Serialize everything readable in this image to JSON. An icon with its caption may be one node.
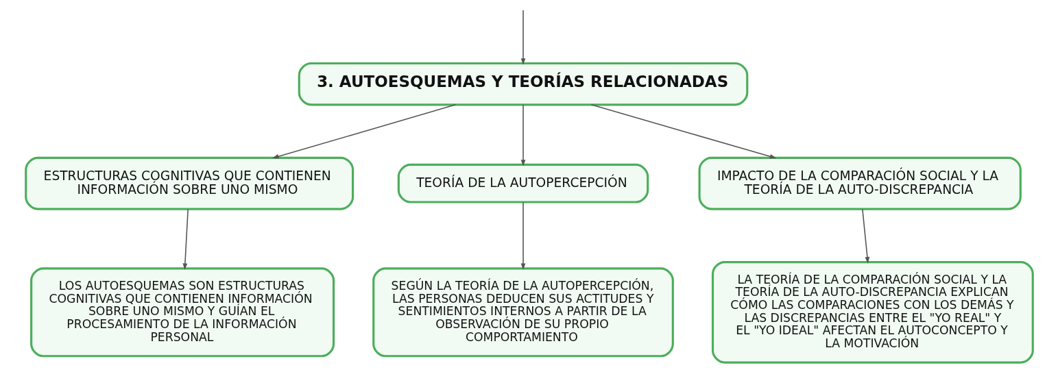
{
  "diagram": {
    "nodes": [
      {
        "text": [
          "3. AUTOESQUEMAS Y TEORÍAS RELACIONADAS"
        ]
      },
      {
        "text": [
          "ESTRUCTURAS COGNITIVAS QUE CONTIENEN INFORMACIÓN SOBRE UNO MISMO"
        ]
      },
      {
        "text": [
          "TEORÍA DE LA AUTOPERCEPCIÓN"
        ]
      },
      {
        "text": [
          "IMPACTO DE LA COMPARACIÓN SOCIAL Y LA TEORÍA DE LA AUTO-DISCREPANCIA"
        ]
      },
      {
        "text": [
          "LOS AUTOESQUEMAS SON ESTRUCTURAS COGNITIVAS QUE CONTIENEN INFORMACIÓN SOBRE UNO MISMO Y GUÍAN EL PROCESAMIENTO DE LA INFORMACIÓN PERSONAL"
        ]
      },
      {
        "text": [
          "SEGÚN LA TEORÍA DE LA AUTOPERCEPCIÓN, LAS PERSONAS DEDUCEN SUS ACTITUDES Y SENTIMIENTOS INTERNOS A PARTIR DE LA OBSERVACIÓN DE SU PROPIO COMPORTAMIENTO"
        ]
      },
      {
        "text": [
          "LA TEORÍA DE LA COMPARACIÓN SOCIAL Y LA TEORÍA DE LA AUTO-DISCREPANCIA EXPLICAN CÓMO LAS COMPARACIONES CON LOS DEMÁS Y LAS DISCREPANCIAS ENTRE EL \"YO REAL\" Y EL \"YO IDEAL\" AFECTAN EL AUTOCONCEPTO Y LA MOTIVACIÓN"
        ]
      }
    ],
    "edges": [
      {
        "from": null,
        "to": 0,
        "arrow": "to"
      },
      {
        "from": 0,
        "to": 1,
        "arrow": "to"
      },
      {
        "from": 0,
        "to": 2,
        "arrow": "to"
      },
      {
        "from": 0,
        "to": 3,
        "arrow": "to"
      },
      {
        "from": 1,
        "to": 4,
        "arrow": "to"
      },
      {
        "from": 2,
        "to": 5,
        "arrow": "to"
      },
      {
        "from": 3,
        "to": 6,
        "arrow": "to"
      }
    ]
  }
}
